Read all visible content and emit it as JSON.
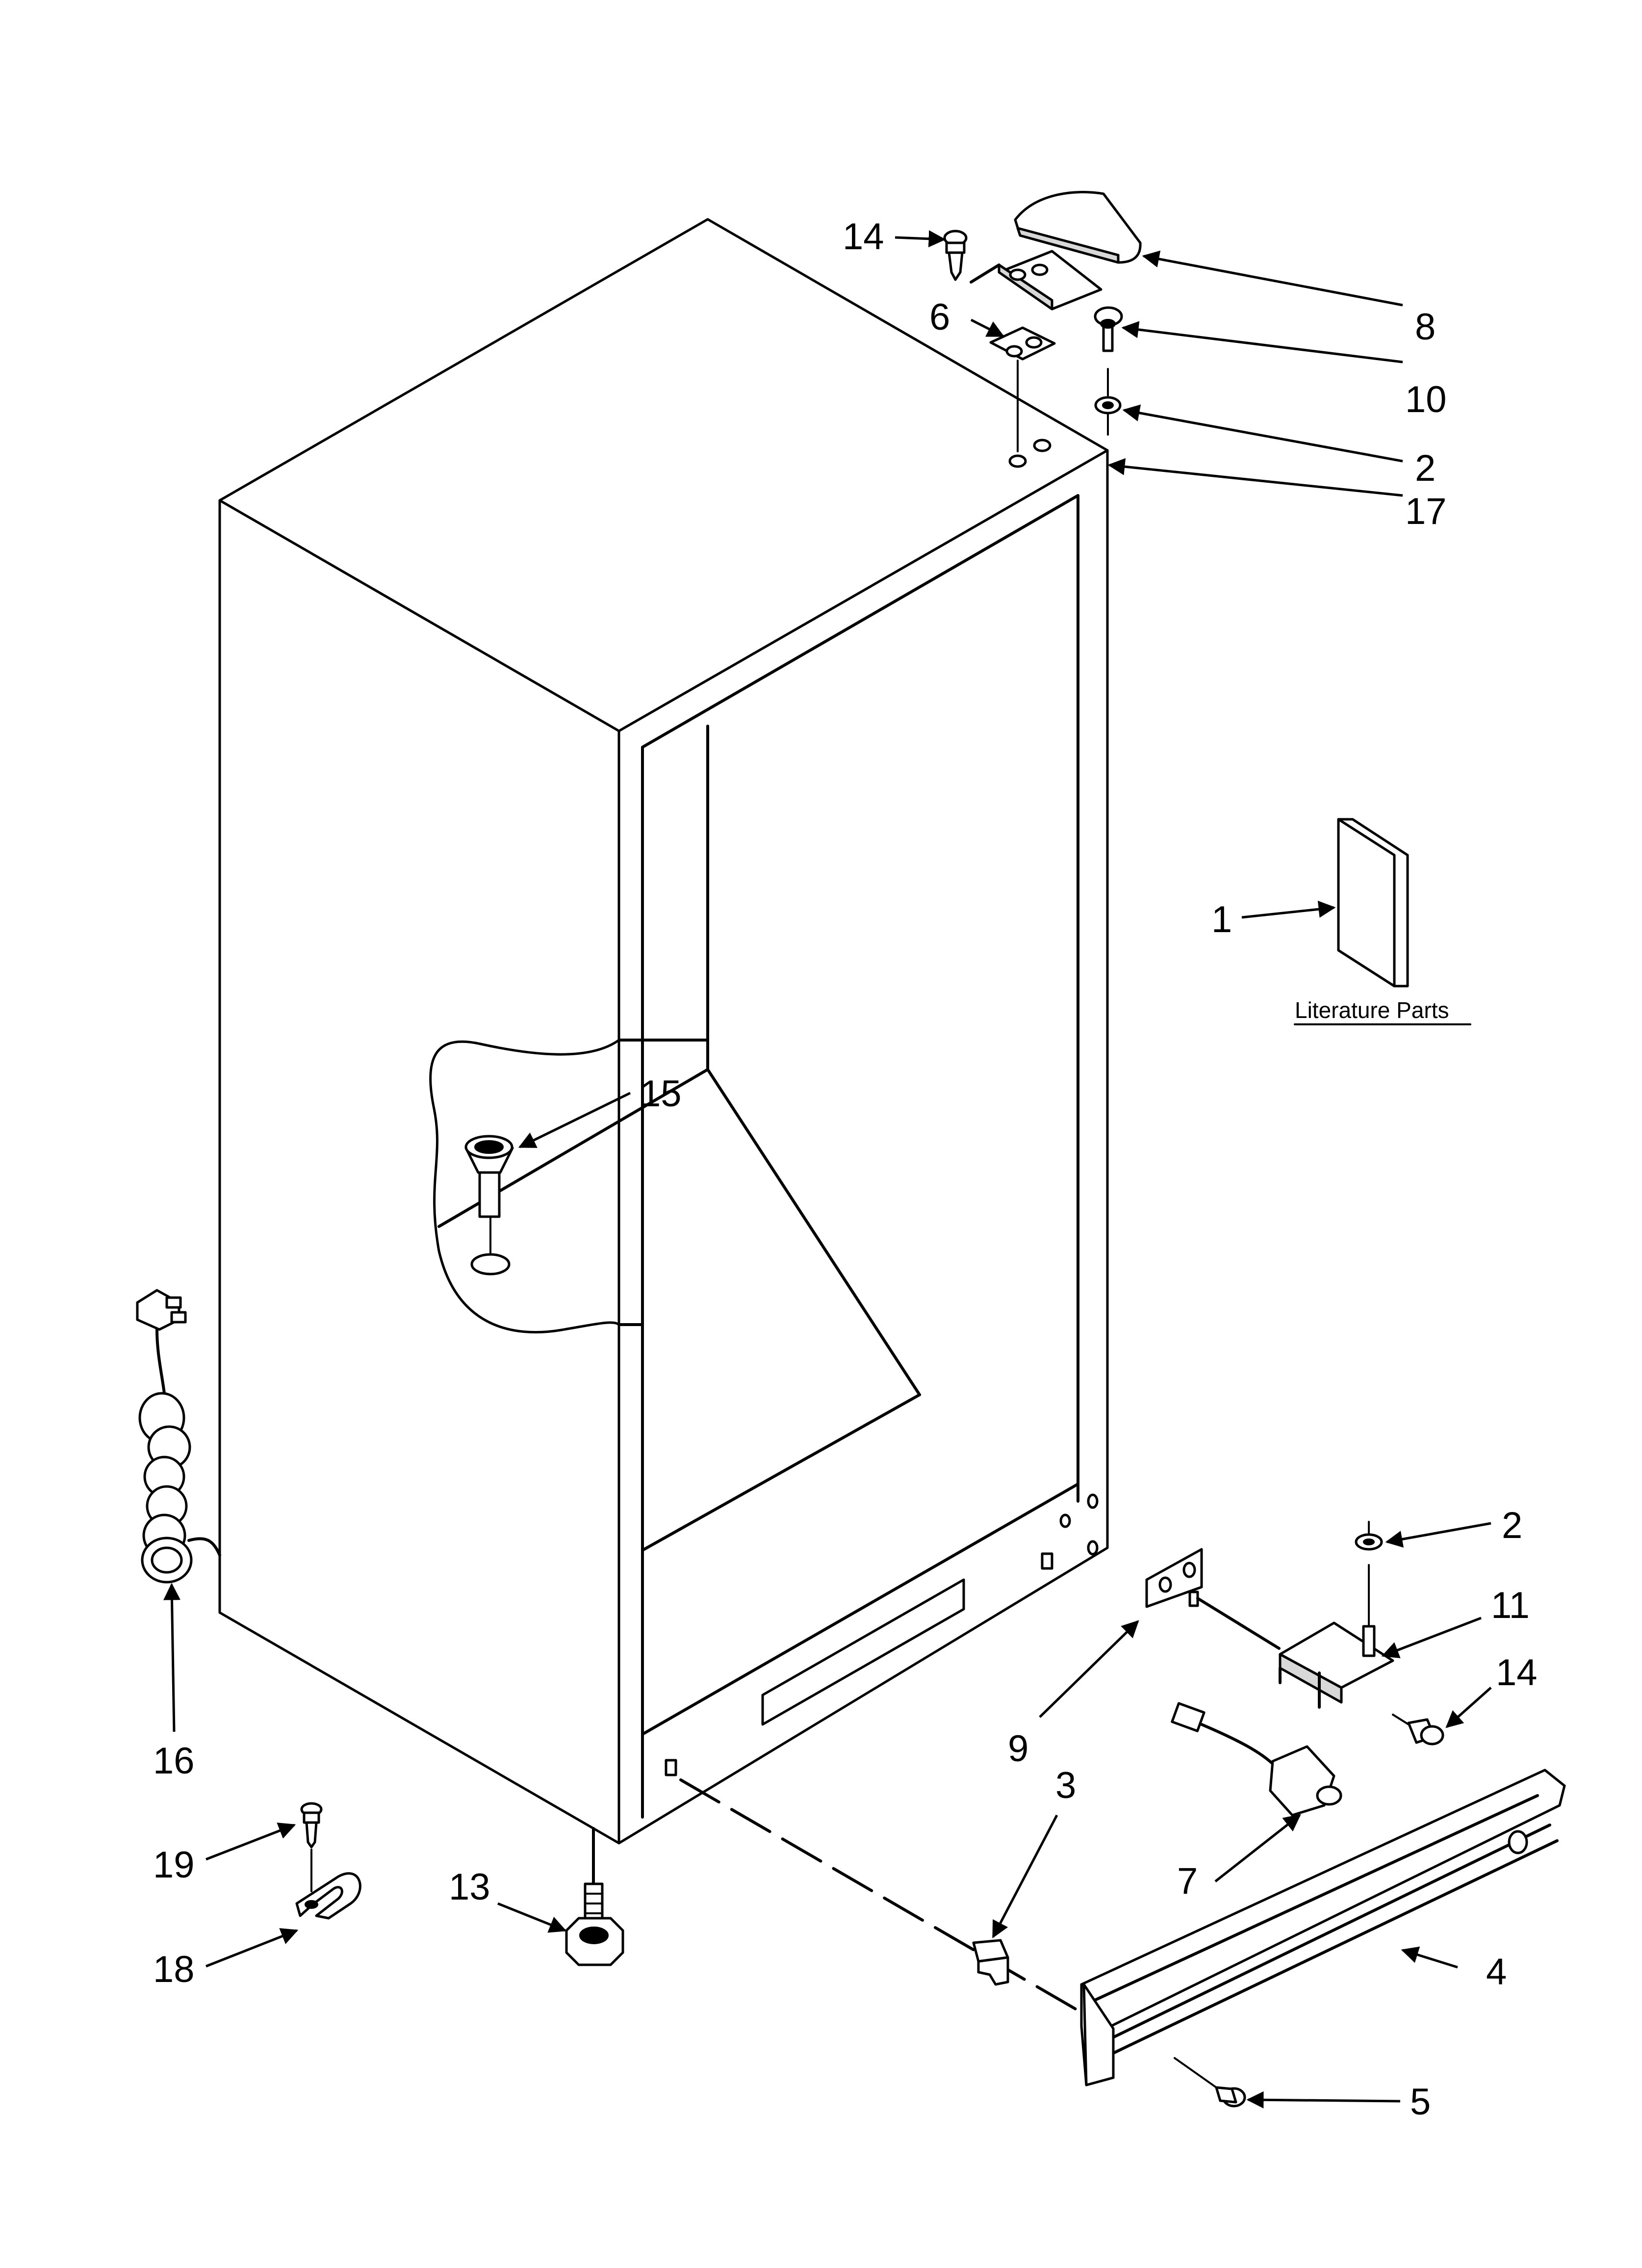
{
  "diagram": {
    "literature_label": "Literature Parts",
    "callouts": [
      {
        "id": "c14a",
        "text": "14"
      },
      {
        "id": "c6",
        "text": "6"
      },
      {
        "id": "c8",
        "text": "8"
      },
      {
        "id": "c10",
        "text": "10"
      },
      {
        "id": "c2a",
        "text": "2"
      },
      {
        "id": "c17",
        "text": "17"
      },
      {
        "id": "c1",
        "text": "1"
      },
      {
        "id": "c15",
        "text": "15"
      },
      {
        "id": "c2b",
        "text": "2"
      },
      {
        "id": "c11",
        "text": "11"
      },
      {
        "id": "c14b",
        "text": "14"
      },
      {
        "id": "c9",
        "text": "9"
      },
      {
        "id": "c3",
        "text": "3"
      },
      {
        "id": "c7",
        "text": "7"
      },
      {
        "id": "c4",
        "text": "4"
      },
      {
        "id": "c5",
        "text": "5"
      },
      {
        "id": "c16",
        "text": "16"
      },
      {
        "id": "c19",
        "text": "19"
      },
      {
        "id": "c18",
        "text": "18"
      },
      {
        "id": "c13",
        "text": "13"
      }
    ]
  }
}
